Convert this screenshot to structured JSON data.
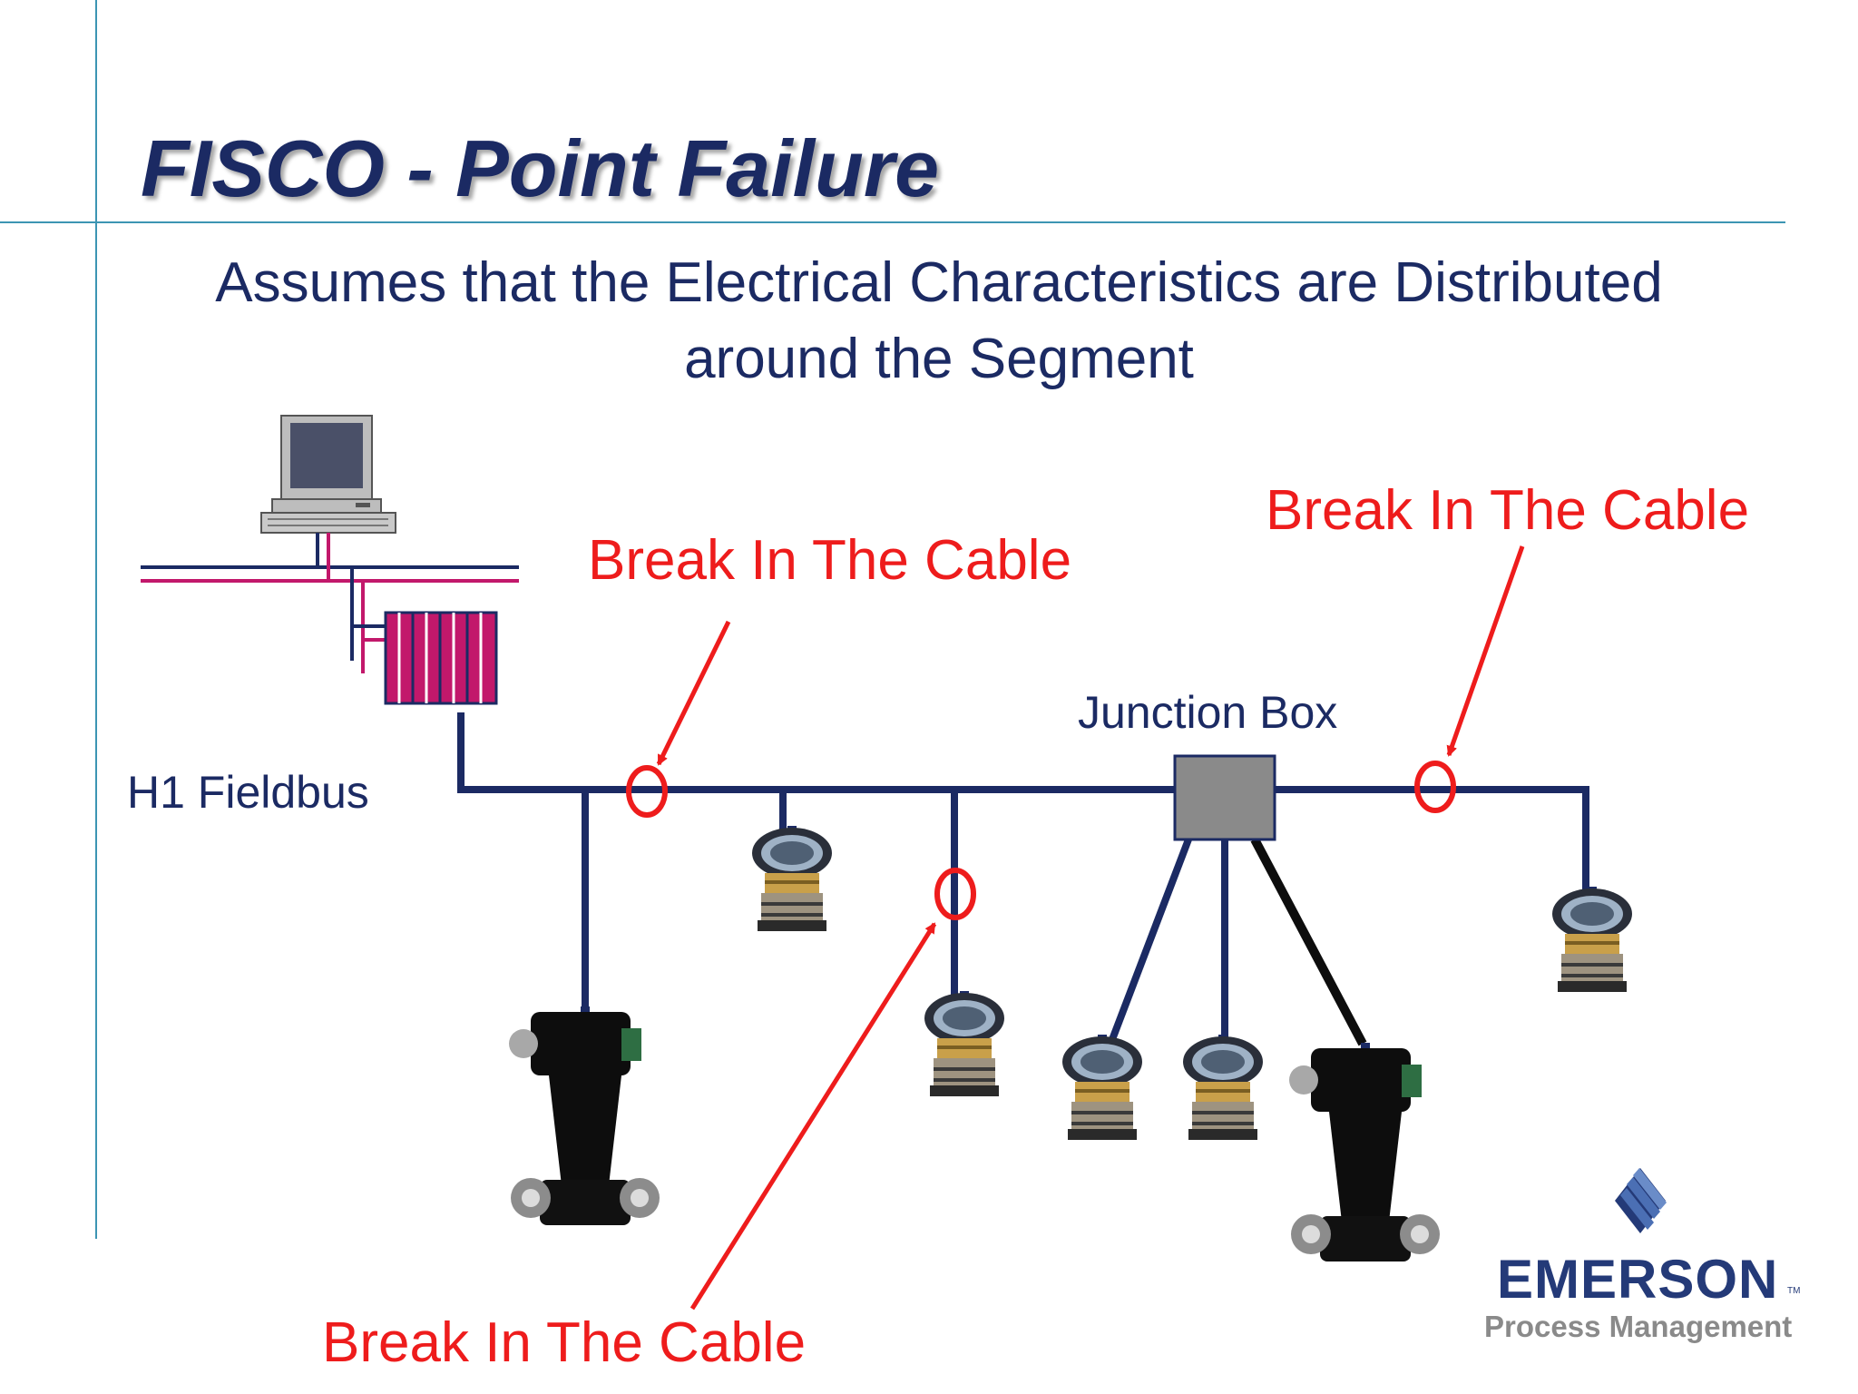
{
  "slide": {
    "title": "FISCO - Point Failure",
    "subtitle_line1": "Assumes that the Electrical Characteristics are Distributed",
    "subtitle_line2": "around the Segment"
  },
  "diagram": {
    "fieldbus_label": "H1 Fieldbus",
    "junction_label": "Junction Box",
    "break_label_1": "Break In The Cable",
    "break_label_2": "Break In The Cable",
    "break_label_3": "Break In The Cable"
  },
  "logo": {
    "name": "EMERSON",
    "trademark": "TM",
    "division": "Process Management"
  },
  "colors": {
    "title": "#1b2a63",
    "cable": "#1b2a63",
    "break": "#ee1c1c",
    "junction": "#8a8a8a",
    "highway": "#c2186b",
    "guide": "#3c95b3"
  }
}
